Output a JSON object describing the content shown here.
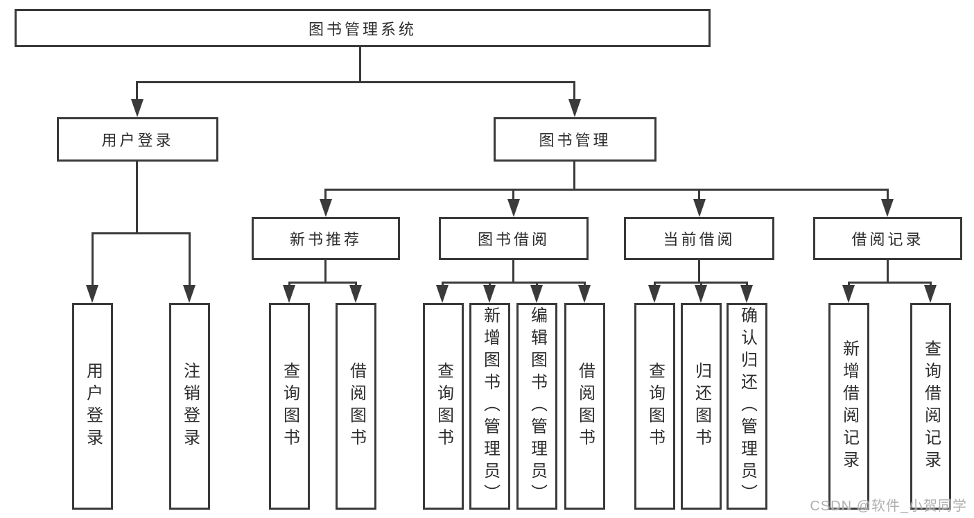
{
  "diagram": {
    "root": {
      "label": "图书管理系统"
    },
    "level2": [
      {
        "label": "用户登录"
      },
      {
        "label": "图书管理"
      }
    ],
    "level3": [
      {
        "label": "新书推荐"
      },
      {
        "label": "图书借阅"
      },
      {
        "label": "当前借阅"
      },
      {
        "label": "借阅记录"
      }
    ],
    "leaves": {
      "user_login": [
        {
          "label": "用户登录"
        },
        {
          "label": "注销登录"
        }
      ],
      "new_book": [
        {
          "label": "查询图书"
        },
        {
          "label": "借阅图书"
        }
      ],
      "book_borrow": [
        {
          "label": "查询图书"
        },
        {
          "label": "新增图书（管理员）"
        },
        {
          "label": "编辑图书（管理员）"
        },
        {
          "label": "借阅图书"
        }
      ],
      "current_borrow": [
        {
          "label": "查询图书"
        },
        {
          "label": "归还图书"
        },
        {
          "label": "确认归还（管理员）"
        }
      ],
      "borrow_record": [
        {
          "label": "新增借阅记录"
        },
        {
          "label": "查询借阅记录"
        }
      ]
    },
    "colors": {
      "line": "#3a3a3a",
      "text": "#2d2d2d",
      "background": "#ffffff",
      "watermark": "#a2a2a2"
    }
  },
  "watermark": {
    "text": "CSDN @软件_小贺同学"
  }
}
